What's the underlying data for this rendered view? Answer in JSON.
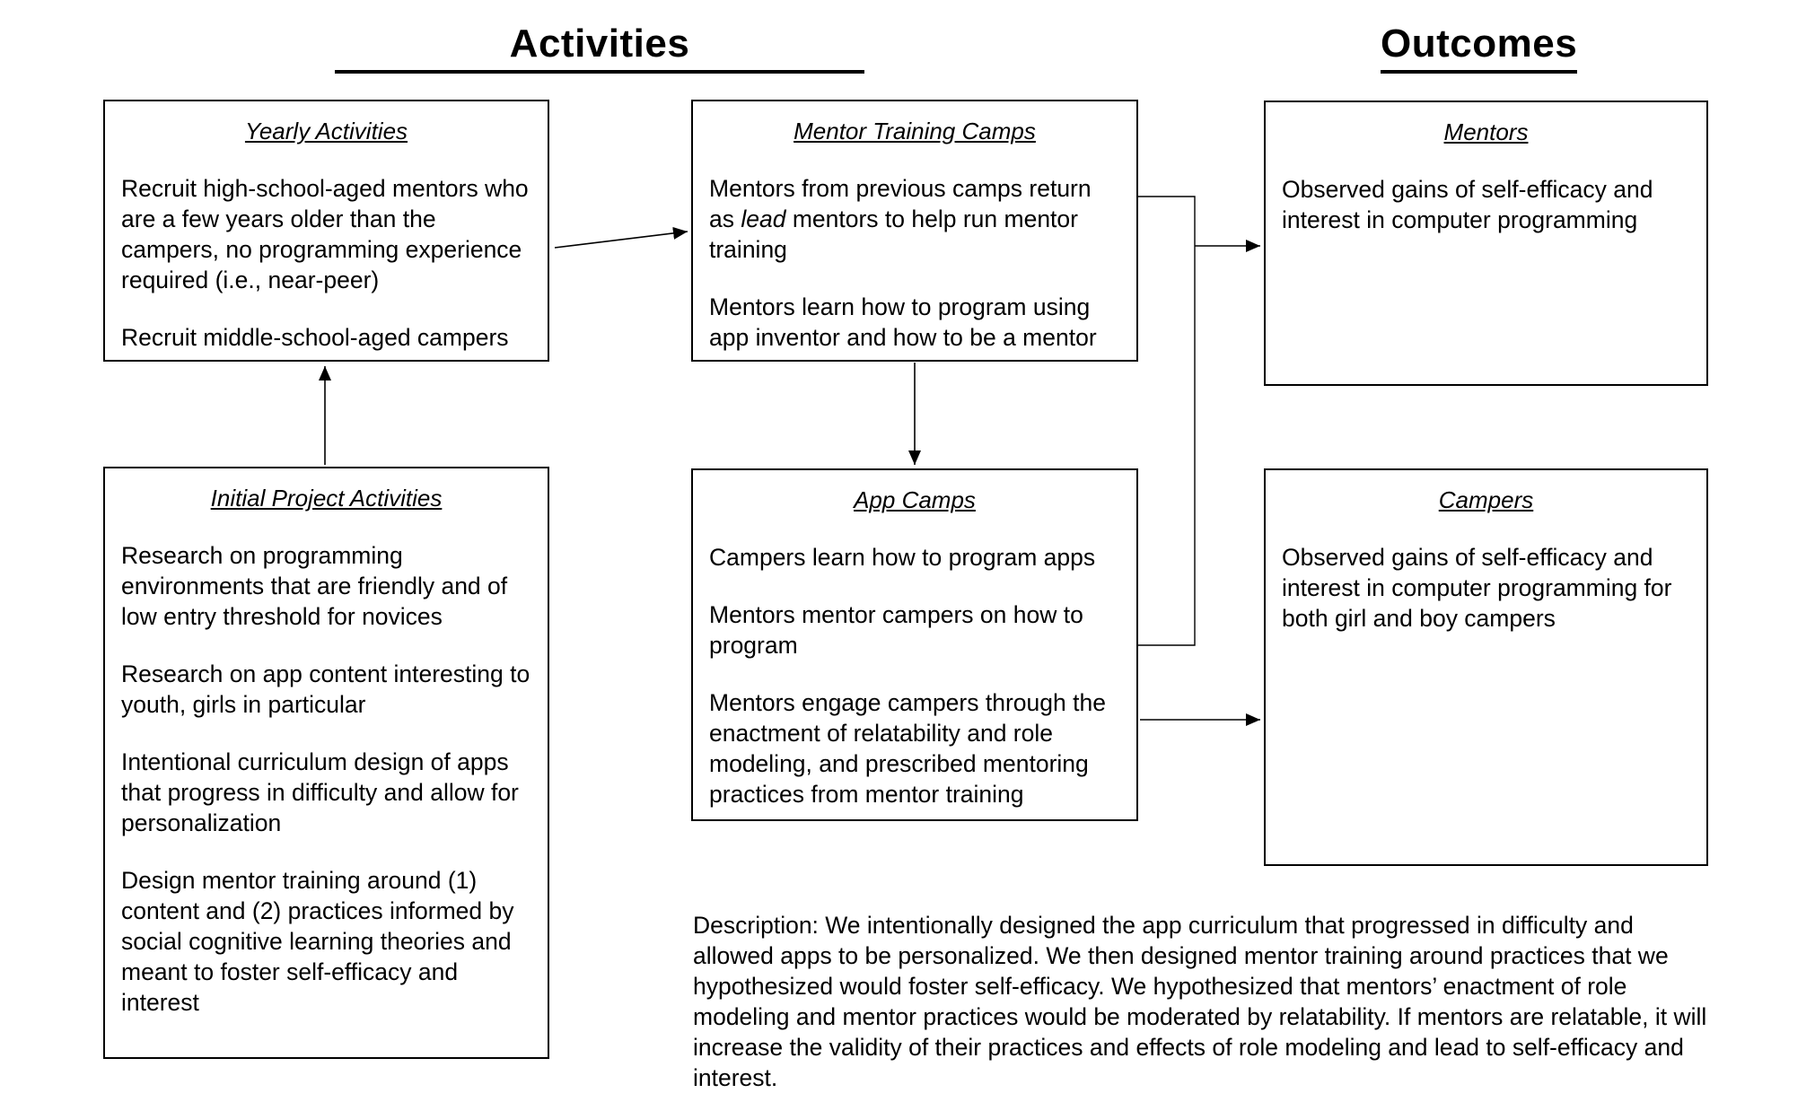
{
  "headers": {
    "activities": "Activities",
    "outcomes": "Outcomes"
  },
  "boxes": {
    "yearly": {
      "title": "Yearly Activities",
      "paragraphs": [
        "Recruit high-school-aged mentors who are a few years older than the campers, no programming experience required (i.e., near-peer)",
        "Recruit middle-school-aged campers"
      ]
    },
    "mentor_training": {
      "title": "Mentor Training Camps",
      "p1_prefix": "Mentors from previous camps return as ",
      "p1_italic": "lead",
      "p1_suffix": " mentors to help run mentor training",
      "p2": "Mentors learn how to program using app inventor and how to be a mentor"
    },
    "mentors": {
      "title": "Mentors",
      "paragraphs": [
        "Observed gains of self-efficacy and interest in computer programming"
      ]
    },
    "initial": {
      "title": "Initial Project Activities",
      "paragraphs": [
        "Research on programming environments that are friendly and of low entry threshold for novices",
        "Research on app content interesting to youth, girls in particular",
        "Intentional curriculum design of apps that progress in difficulty and allow for personalization",
        "Design mentor training around (1) content and (2) practices informed by social cognitive learning theories and meant to foster self-efficacy and interest"
      ]
    },
    "app_camps": {
      "title": "App Camps",
      "paragraphs": [
        "Campers learn how to program apps",
        "Mentors mentor campers on how to program",
        "Mentors engage campers through the enactment of relatability and role modeling, and prescribed mentoring practices from mentor training"
      ]
    },
    "campers": {
      "title": "Campers",
      "paragraphs": [
        "Observed gains of self-efficacy and interest in computer programming for both girl and boy campers"
      ]
    }
  },
  "description": "Description: We intentionally designed the app curriculum that progressed in difficulty and allowed apps to be personalized. We then designed mentor training around practices that we hypothesized would foster self-efficacy. We hypothesized that mentors’ enactment of role modeling and mentor practices would be moderated by relatability. If mentors are relatable, it will increase the validity of their practices and effects of role modeling and lead to self-efficacy and interest.",
  "colors": {
    "line": "#000000",
    "background": "#ffffff"
  }
}
